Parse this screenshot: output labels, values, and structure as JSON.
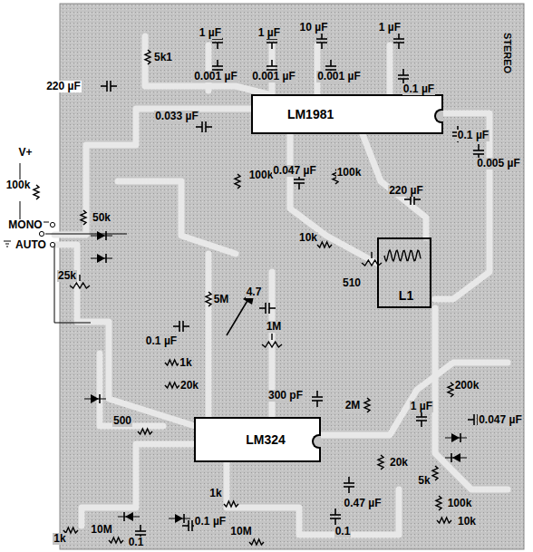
{
  "diagram": {
    "nodes": [
      {
        "text": [
          "LM1981"
        ]
      },
      {
        "text": [
          "L1"
        ]
      },
      {
        "text": [
          "LM324"
        ]
      }
    ],
    "labels": [
      "5k1",
      "1 µF",
      "0.001 µF",
      "1 µF",
      "0.001 µF",
      "10 µF",
      "0.001 µF",
      "1 µF",
      "0.1 µF",
      "0.1 µF",
      "0.005 µF",
      "220 µF",
      "0.033 µF",
      "100k",
      "V+",
      "100k",
      "MONO",
      "AUTO",
      "50k",
      "0.047 µF",
      "100k",
      "220 µF",
      "10k",
      "510",
      "25k",
      "5M",
      "4.7",
      "1M",
      "0.1 µF",
      "1k",
      "20k",
      "200k",
      "1 µF",
      "0.047 µF",
      "500",
      "300 pF",
      "2M",
      "20k",
      "0.47 µF",
      "5k",
      "100k",
      "10k",
      "1k",
      "1k",
      "10M",
      "0.1 µF",
      "0.1",
      "10M",
      "0.1",
      "STEREO"
    ]
  }
}
